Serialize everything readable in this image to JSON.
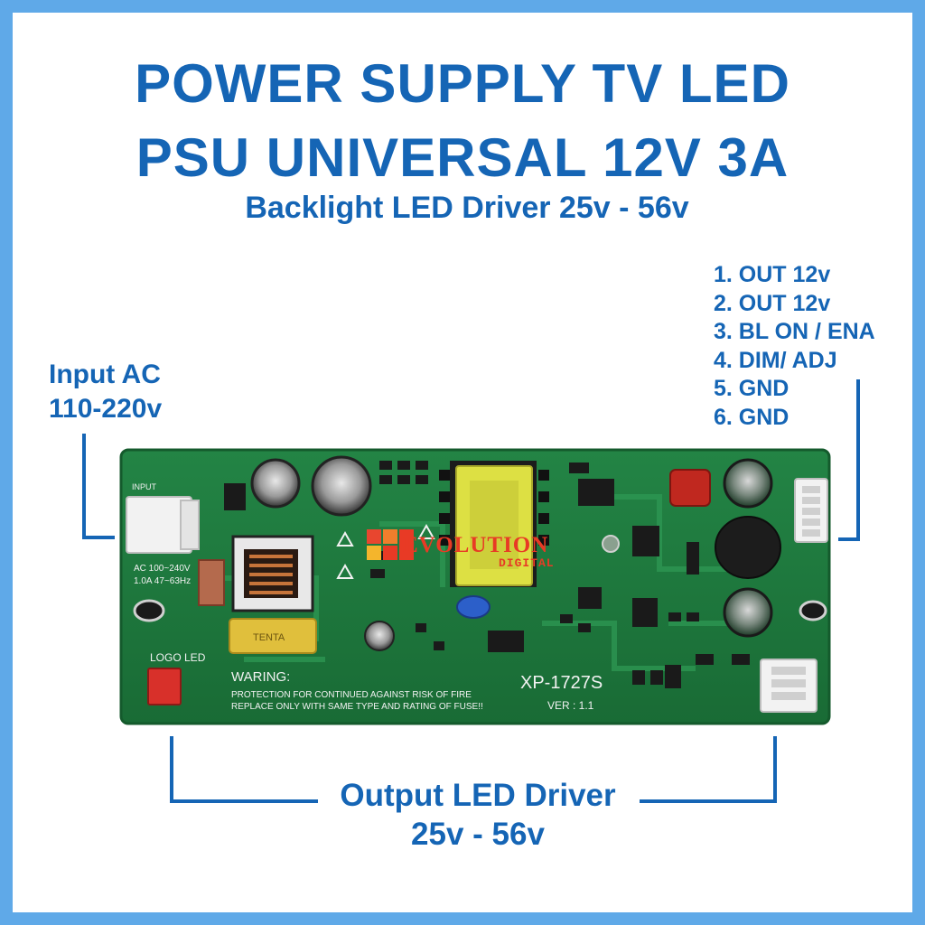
{
  "title_line1": "POWER SUPPLY TV LED",
  "title_line2": "PSU UNIVERSAL 12V 3A",
  "subtitle": "Backlight LED Driver 25v - 56v",
  "pins": [
    "1. OUT 12v",
    "2. OUT 12v",
    "3. BL ON / ENA",
    "4. DIM/ ADJ",
    "5. GND",
    "6. GND"
  ],
  "input_label_line1": "Input AC",
  "input_label_line2": "110-220v",
  "output_label": "Output LED Driver",
  "output_range": "25v - 56v",
  "board": {
    "input_silk": "INPUT",
    "ac_rating_line1": "AC 100~240V",
    "ac_rating_line2": "1.0A  47~63Hz",
    "logo_led": "LOGO LED",
    "warning_title": "WARING:",
    "warning_line1": "PROTECTION FOR CONTINUED AGAINST RISK OF FIRE",
    "warning_line2": "REPLACE ONLY WITH SAME TYPE AND RATING OF FUSE!!",
    "model": "XP-1727S",
    "version": "VER : 1.1",
    "brand_main": "EVOLUTION",
    "brand_sub": "DIGITAL",
    "cap_label": "TENTA"
  },
  "colors": {
    "accent": "#1565b5",
    "frame": "#5fa9e8",
    "pcb": "#1f7a3e",
    "brand": "#e83a25"
  }
}
